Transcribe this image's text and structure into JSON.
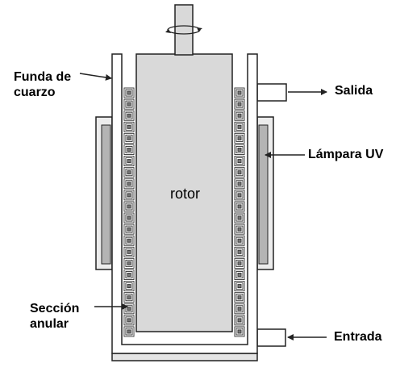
{
  "labels": {
    "funda_line1": "Funda de",
    "funda_line2": "cuarzo",
    "salida": "Salida",
    "lampara": "Lámpara UV",
    "rotor": "rotor",
    "seccion_line1": "Sección",
    "seccion_line2": "anular",
    "entrada": "Entrada"
  },
  "colors": {
    "outline": "#222222",
    "rotor_fill": "#d9d9d9",
    "lamp_fill": "#b4b4b4",
    "lamp_frame": "#ececec",
    "base_fill": "#e4e4e4",
    "pipe_fill": "#ffffff"
  },
  "annular_cell_count": 22,
  "icons": [
    "rotation-arrow-icon"
  ]
}
